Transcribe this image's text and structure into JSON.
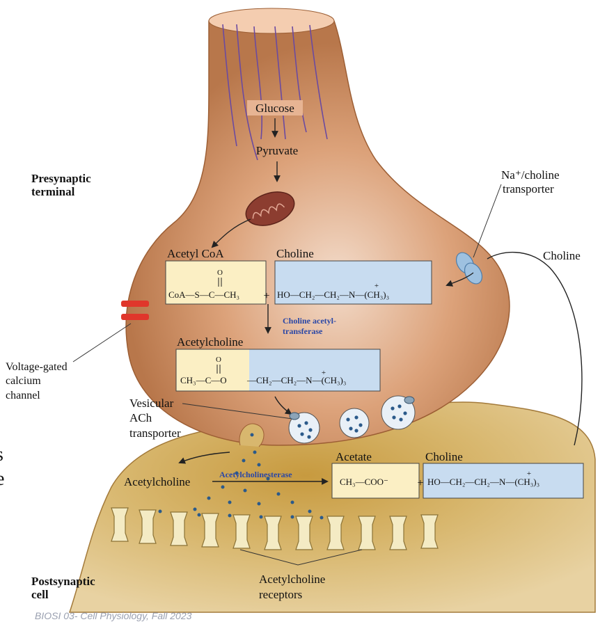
{
  "regions": {
    "presynaptic": "Presynaptic\nterminal",
    "postsynaptic": "Postsynaptic\ncell"
  },
  "metabolism": {
    "glucose": "Glucose",
    "pyruvate": "Pyruvate"
  },
  "transporter": {
    "na_choline_line1": "Na⁺/choline",
    "na_choline_line2": "transporter",
    "choline_outside": "Choline"
  },
  "synthesis": {
    "acetyl_coa_title": "Acetyl CoA",
    "choline_title": "Choline",
    "acetyl_coa_formula": "CoA—S—C—CH₃",
    "plus": "+",
    "choline_formula": "HO—CH₂—CH₂—N—(CH₃)₃",
    "enzyme_line1": "Choline acetyl-",
    "enzyme_line2": "transferase",
    "ach_title": "Acetylcholine",
    "ach_formula_left": "CH₃—C—O",
    "ach_formula_right": "—CH₂—CH₂—N—(CH₃)₃"
  },
  "channel": {
    "line1": "Voltage-gated",
    "line2": "calcium",
    "line3": "channel"
  },
  "vesicular": {
    "line1": "Vesicular",
    "line2": "ACh",
    "line3": "transporter"
  },
  "cleft": {
    "ach_label": "Acetylcholine",
    "enzyme": "Acetylcholinesterase",
    "acetate_title": "Acetate",
    "choline_title": "Choline",
    "acetate_formula": "CH₃—COO⁻",
    "plus": "+",
    "choline_formula": "HO—CH₂—CH₂—N—(CH₃)₃"
  },
  "receptors": {
    "line1": "Acetylcholine",
    "line2": "receptors"
  },
  "side_text": {
    "a": "s",
    "b": "e"
  },
  "footer": "BIOSI 03- Cell Physiology, Fall 2023",
  "colors": {
    "presynaptic": "#c98a5c",
    "postsynaptic": "#d9b975",
    "acetyl_box": "#fbefc4",
    "choline_box": "#c8dcf0",
    "enzyme_text": "#2a47a6",
    "calcium_channel": "#e0362b",
    "vesicle": "#e9f0f7",
    "ach_dot": "#2b5a8a"
  }
}
